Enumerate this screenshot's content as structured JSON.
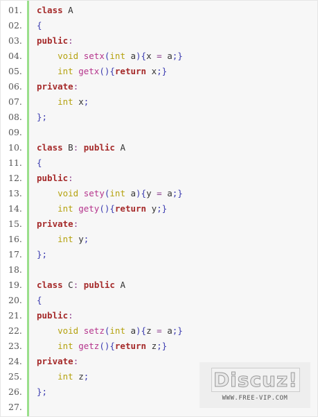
{
  "lines": [
    {
      "n": "01.",
      "tokens": [
        {
          "t": "class",
          "c": "kw"
        },
        {
          "t": " A",
          "c": ""
        }
      ]
    },
    {
      "n": "02.",
      "tokens": [
        {
          "t": "{",
          "c": "pn"
        }
      ]
    },
    {
      "n": "03.",
      "tokens": [
        {
          "t": "public",
          "c": "kw"
        },
        {
          "t": ":",
          "c": "op"
        }
      ]
    },
    {
      "n": "04.",
      "tokens": [
        {
          "t": "    ",
          "c": ""
        },
        {
          "t": "void",
          "c": "kw2"
        },
        {
          "t": " ",
          "c": ""
        },
        {
          "t": "setx",
          "c": "fn"
        },
        {
          "t": "(",
          "c": "pn"
        },
        {
          "t": "int",
          "c": "kw2"
        },
        {
          "t": " a",
          "c": ""
        },
        {
          "t": "){",
          "c": "pn"
        },
        {
          "t": "x ",
          "c": ""
        },
        {
          "t": "=",
          "c": "op"
        },
        {
          "t": " a",
          "c": ""
        },
        {
          "t": ";}",
          "c": "pn"
        }
      ]
    },
    {
      "n": "05.",
      "tokens": [
        {
          "t": "    ",
          "c": ""
        },
        {
          "t": "int",
          "c": "kw2"
        },
        {
          "t": " ",
          "c": ""
        },
        {
          "t": "getx",
          "c": "fn"
        },
        {
          "t": "(){",
          "c": "pn"
        },
        {
          "t": "return",
          "c": "kw"
        },
        {
          "t": " x",
          "c": ""
        },
        {
          "t": ";}",
          "c": "pn"
        }
      ]
    },
    {
      "n": "06.",
      "tokens": [
        {
          "t": "private",
          "c": "kw"
        },
        {
          "t": ":",
          "c": "op"
        }
      ]
    },
    {
      "n": "07.",
      "tokens": [
        {
          "t": "    ",
          "c": ""
        },
        {
          "t": "int",
          "c": "kw2"
        },
        {
          "t": " x",
          "c": ""
        },
        {
          "t": ";",
          "c": "pn"
        }
      ]
    },
    {
      "n": "08.",
      "tokens": [
        {
          "t": "};",
          "c": "pn"
        }
      ]
    },
    {
      "n": "09.",
      "tokens": []
    },
    {
      "n": "10.",
      "tokens": [
        {
          "t": "class",
          "c": "kw"
        },
        {
          "t": " B",
          "c": ""
        },
        {
          "t": ":",
          "c": "op"
        },
        {
          "t": " ",
          "c": ""
        },
        {
          "t": "public",
          "c": "kw"
        },
        {
          "t": " A",
          "c": ""
        }
      ]
    },
    {
      "n": "11.",
      "tokens": [
        {
          "t": "{",
          "c": "pn"
        }
      ]
    },
    {
      "n": "12.",
      "tokens": [
        {
          "t": "public",
          "c": "kw"
        },
        {
          "t": ":",
          "c": "op"
        }
      ]
    },
    {
      "n": "13.",
      "tokens": [
        {
          "t": "    ",
          "c": ""
        },
        {
          "t": "void",
          "c": "kw2"
        },
        {
          "t": " ",
          "c": ""
        },
        {
          "t": "sety",
          "c": "fn"
        },
        {
          "t": "(",
          "c": "pn"
        },
        {
          "t": "int",
          "c": "kw2"
        },
        {
          "t": " a",
          "c": ""
        },
        {
          "t": "){",
          "c": "pn"
        },
        {
          "t": "y ",
          "c": ""
        },
        {
          "t": "=",
          "c": "op"
        },
        {
          "t": " a",
          "c": ""
        },
        {
          "t": ";}",
          "c": "pn"
        }
      ]
    },
    {
      "n": "14.",
      "tokens": [
        {
          "t": "    ",
          "c": ""
        },
        {
          "t": "int",
          "c": "kw2"
        },
        {
          "t": " ",
          "c": ""
        },
        {
          "t": "gety",
          "c": "fn"
        },
        {
          "t": "(){",
          "c": "pn"
        },
        {
          "t": "return",
          "c": "kw"
        },
        {
          "t": " y",
          "c": ""
        },
        {
          "t": ";}",
          "c": "pn"
        }
      ]
    },
    {
      "n": "15.",
      "tokens": [
        {
          "t": "private",
          "c": "kw"
        },
        {
          "t": ":",
          "c": "op"
        }
      ]
    },
    {
      "n": "16.",
      "tokens": [
        {
          "t": "    ",
          "c": ""
        },
        {
          "t": "int",
          "c": "kw2"
        },
        {
          "t": " y",
          "c": ""
        },
        {
          "t": ";",
          "c": "pn"
        }
      ]
    },
    {
      "n": "17.",
      "tokens": [
        {
          "t": "};",
          "c": "pn"
        }
      ]
    },
    {
      "n": "18.",
      "tokens": []
    },
    {
      "n": "19.",
      "tokens": [
        {
          "t": "class",
          "c": "kw"
        },
        {
          "t": " C",
          "c": ""
        },
        {
          "t": ":",
          "c": "op"
        },
        {
          "t": " ",
          "c": ""
        },
        {
          "t": "public",
          "c": "kw"
        },
        {
          "t": " A",
          "c": ""
        }
      ]
    },
    {
      "n": "20.",
      "tokens": [
        {
          "t": "{",
          "c": "pn"
        }
      ]
    },
    {
      "n": "21.",
      "tokens": [
        {
          "t": "public",
          "c": "kw"
        },
        {
          "t": ":",
          "c": "op"
        }
      ]
    },
    {
      "n": "22.",
      "tokens": [
        {
          "t": "    ",
          "c": ""
        },
        {
          "t": "void",
          "c": "kw2"
        },
        {
          "t": " ",
          "c": ""
        },
        {
          "t": "setz",
          "c": "fn"
        },
        {
          "t": "(",
          "c": "pn"
        },
        {
          "t": "int",
          "c": "kw2"
        },
        {
          "t": " a",
          "c": ""
        },
        {
          "t": "){",
          "c": "pn"
        },
        {
          "t": "z ",
          "c": ""
        },
        {
          "t": "=",
          "c": "op"
        },
        {
          "t": " a",
          "c": ""
        },
        {
          "t": ";}",
          "c": "pn"
        }
      ]
    },
    {
      "n": "23.",
      "tokens": [
        {
          "t": "    ",
          "c": ""
        },
        {
          "t": "int",
          "c": "kw2"
        },
        {
          "t": " ",
          "c": ""
        },
        {
          "t": "getz",
          "c": "fn"
        },
        {
          "t": "(){",
          "c": "pn"
        },
        {
          "t": "return",
          "c": "kw"
        },
        {
          "t": " z",
          "c": ""
        },
        {
          "t": ";}",
          "c": "pn"
        }
      ]
    },
    {
      "n": "24.",
      "tokens": [
        {
          "t": "private",
          "c": "kw"
        },
        {
          "t": ":",
          "c": "op"
        }
      ]
    },
    {
      "n": "25.",
      "tokens": [
        {
          "t": "    ",
          "c": ""
        },
        {
          "t": "int",
          "c": "kw2"
        },
        {
          "t": " z",
          "c": ""
        },
        {
          "t": ";",
          "c": "pn"
        }
      ]
    },
    {
      "n": "26.",
      "tokens": [
        {
          "t": "};",
          "c": "pn"
        }
      ]
    },
    {
      "n": "27.",
      "tokens": []
    }
  ],
  "watermark": {
    "logo": "Discuz!",
    "url": "WWW.FREE-VIP.COM"
  }
}
